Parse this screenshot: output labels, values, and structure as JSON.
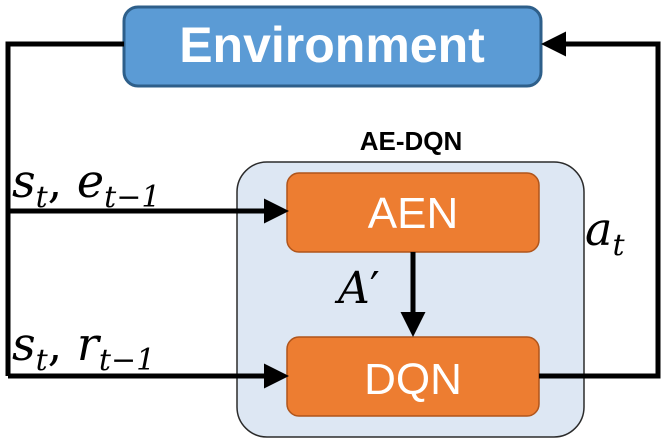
{
  "environment": {
    "label": "Environment"
  },
  "group": {
    "label": "AE-DQN"
  },
  "aen": {
    "label": "AEN"
  },
  "dqn": {
    "label": "DQN"
  },
  "labels": {
    "input_top": {
      "s": "s",
      "s_sub": "t",
      "comma": ", ",
      "e": "e",
      "e_sub": "t−1"
    },
    "input_bottom": {
      "s": "s",
      "s_sub": "t",
      "comma": ", ",
      "r": "r",
      "r_sub": "t−1"
    },
    "action": {
      "a": "a",
      "a_sub": "t"
    },
    "inner": {
      "a": "A",
      "prime": "′"
    }
  },
  "colors": {
    "environment_fill": "#5b9bd5",
    "environment_stroke": "#2e5f8a",
    "group_fill": "#dde7f3",
    "box_fill": "#ed7d31",
    "box_stroke": "#b0551b",
    "line": "#000000"
  }
}
